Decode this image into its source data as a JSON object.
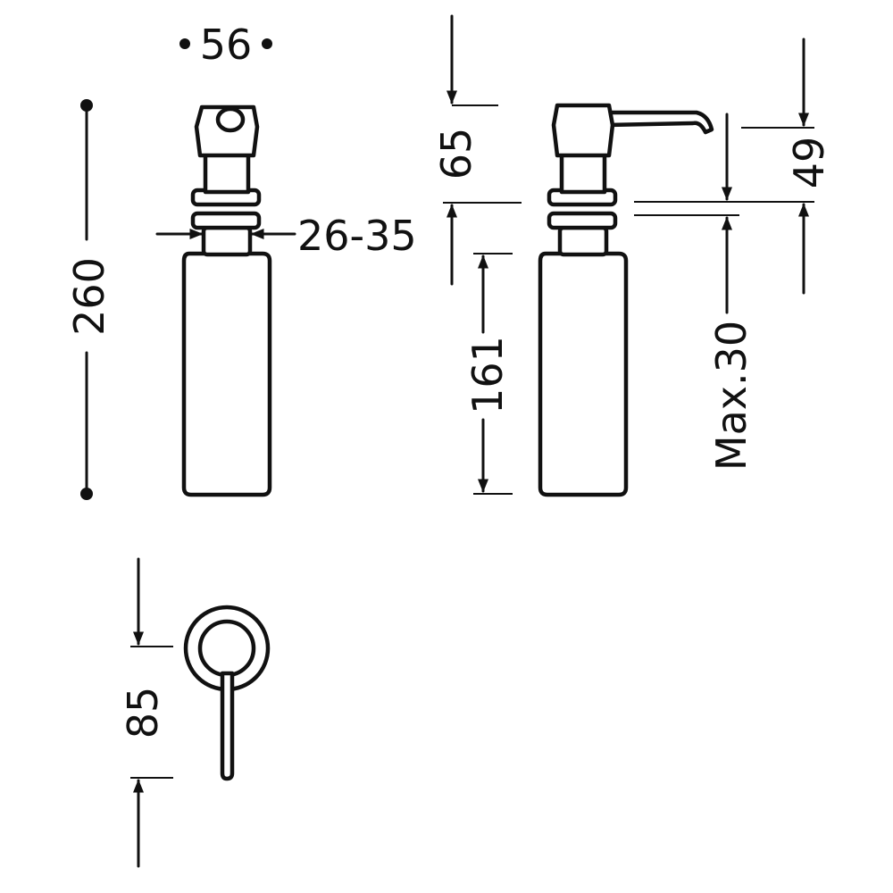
{
  "dimensions": {
    "head_width": "56",
    "total_height": "260",
    "thread_diameter": "26-35",
    "pump_height": "65",
    "bottle_height": "161",
    "spout_height": "49",
    "max_deck_thickness": "Max.30",
    "spout_reach": "85"
  },
  "colors": {
    "line": "#111111",
    "background": "#ffffff"
  }
}
